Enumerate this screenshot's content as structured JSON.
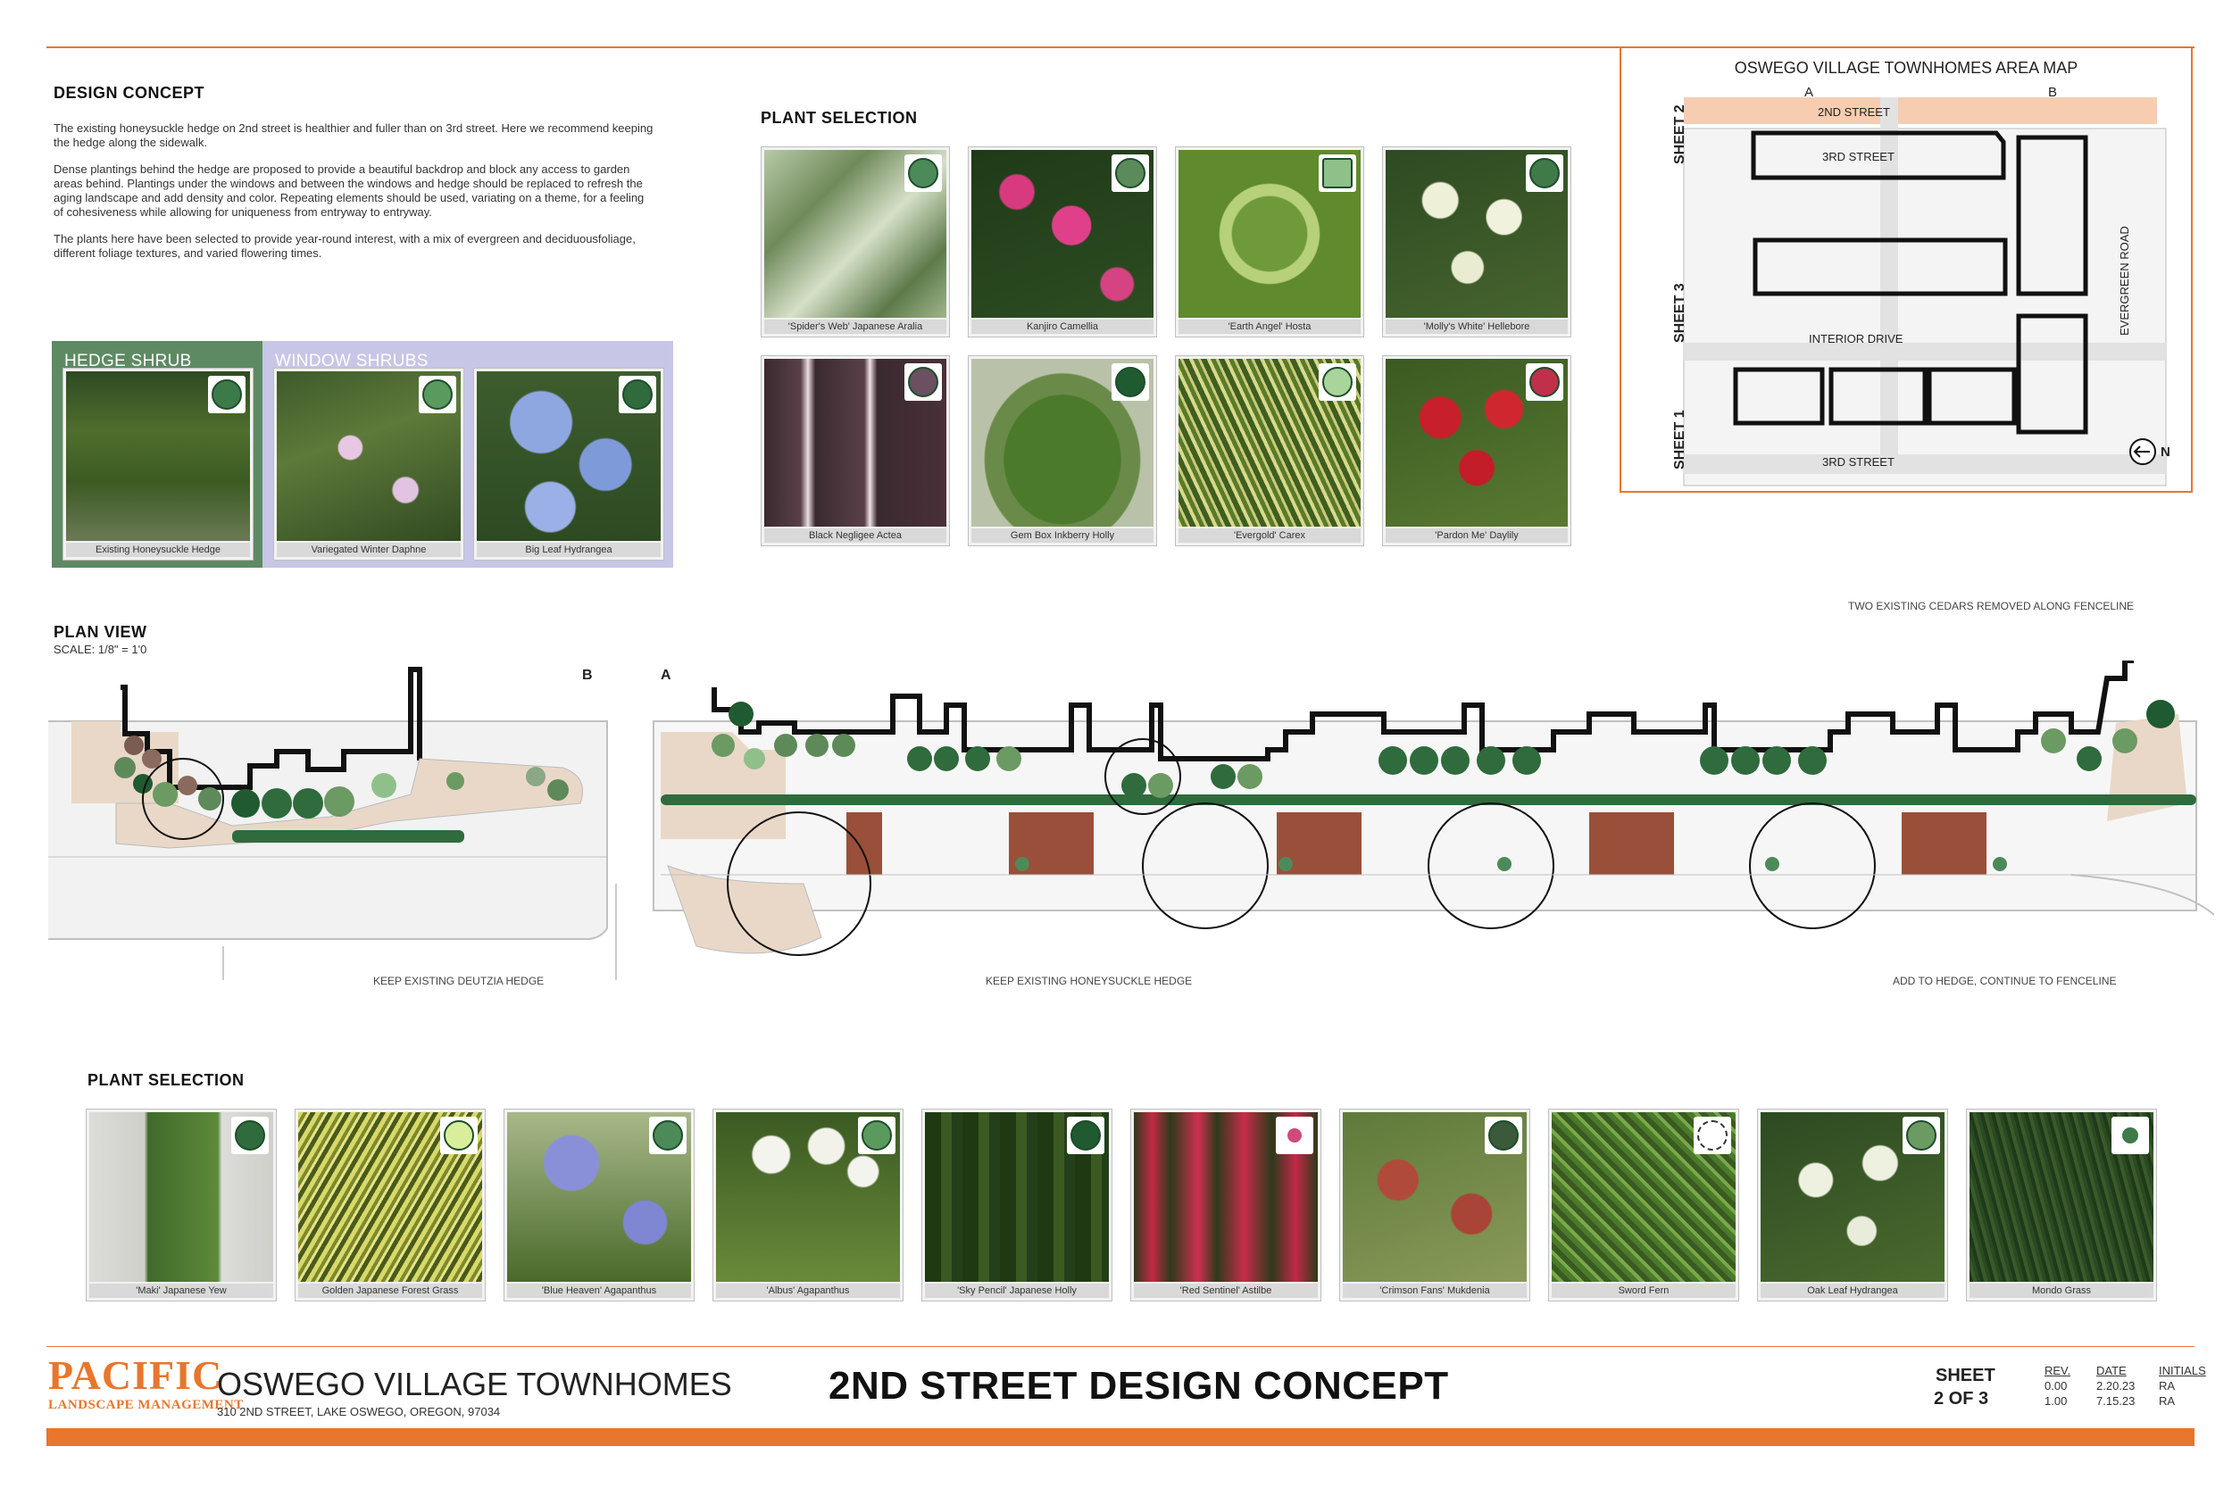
{
  "design_concept": {
    "heading": "DESIGN CONCEPT",
    "paragraphs": [
      "The existing honeysuckle hedge on 2nd street is healthier and fuller than on 3rd street. Here we recommend keeping the hedge along the sidewalk.",
      "Dense plantings behind the hedge are proposed to provide a beautiful backdrop and block any access to garden areas behind. Plantings under the windows and between the windows and hedge should be replaced to refresh the aging landscape and add density and color. Repeating elements should be used, variating on a theme, for a feeling of cohesiveness while allowing for uniqueness from entryway to entryway.",
      "The plants here have been selected to provide year-round interest, with a mix of evergreen and deciduousfoliage, different foliage textures, and varied flowering times."
    ]
  },
  "shrubs": {
    "hedge_title": "HEDGE SHRUB",
    "window_title": "WINDOW SHRUBS",
    "items": [
      {
        "caption": "Existing Honeysuckle Hedge"
      },
      {
        "caption": "Variegated Winter Daphne"
      },
      {
        "caption": "Big Leaf Hydrangea"
      }
    ]
  },
  "plant_selection_top": {
    "heading": "PLANT SELECTION",
    "items": [
      {
        "caption": "'Spider's Web' Japanese Aralia"
      },
      {
        "caption": "Kanjiro Camellia"
      },
      {
        "caption": "'Earth Angel' Hosta"
      },
      {
        "caption": "'Molly's White' Hellebore"
      },
      {
        "caption": "Black Negligee Actea"
      },
      {
        "caption": "Gem Box Inkberry Holly"
      },
      {
        "caption": "'Evergold' Carex"
      },
      {
        "caption": "'Pardon Me' Daylily"
      }
    ]
  },
  "area_map": {
    "title": "OSWEGO VILLAGE TOWNHOMES AREA MAP",
    "col_a": "A",
    "col_b": "B",
    "streets": {
      "second": "2ND STREET",
      "third_top": "3RD STREET",
      "interior": "INTERIOR DRIVE",
      "third_bottom": "3RD STREET",
      "evergreen": "EVERGREEN ROAD"
    },
    "sheets": {
      "s2": "SHEET 2",
      "s3": "SHEET 3",
      "s1": "SHEET 1"
    },
    "north": "N"
  },
  "plan_view": {
    "heading": "PLAN VIEW",
    "scale": "SCALE: 1/8\" = 1'0",
    "marker_b": "B",
    "marker_a": "A",
    "notes": {
      "cedars": "TWO EXISTING CEDARS REMOVED ALONG FENCELINE",
      "deutzia": "KEEP EXISTING DEUTZIA HEDGE",
      "honeysuckle": "KEEP EXISTING HONEYSUCKLE HEDGE",
      "add_hedge": "ADD TO HEDGE, CONTINUE TO FENCELINE"
    }
  },
  "plant_selection_bottom": {
    "heading": "PLANT SELECTION",
    "items": [
      {
        "caption": "'Maki' Japanese Yew"
      },
      {
        "caption": "Golden Japanese Forest Grass"
      },
      {
        "caption": "'Blue Heaven' Agapanthus"
      },
      {
        "caption": "'Albus' Agapanthus"
      },
      {
        "caption": "'Sky Pencil' Japanese Holly"
      },
      {
        "caption": "'Red Sentinel' Astilbe"
      },
      {
        "caption": "'Crimson Fans' Mukdenia"
      },
      {
        "caption": "Sword Fern"
      },
      {
        "caption": "Oak Leaf Hydrangea"
      },
      {
        "caption": "Mondo Grass"
      }
    ]
  },
  "title_block": {
    "logo_main": "PACIFIC",
    "logo_sub": "LANDSCAPE MANAGEMENT",
    "project": "OSWEGO VILLAGE TOWNHOMES",
    "address": "310 2ND STREET, LAKE OSWEGO, OREGON, 97034",
    "drawing_title": "2ND STREET DESIGN CONCEPT",
    "sheet_label": "SHEET",
    "sheet_num": "2 OF 3",
    "rev_headers": [
      "REV.",
      "DATE",
      "INITIALS"
    ],
    "revisions": [
      [
        "0.00",
        "2.20.23",
        "RA"
      ],
      [
        "1.00",
        "7.15.23",
        "RA"
      ]
    ]
  },
  "colors": {
    "accent_orange": "#e8762c",
    "hedge_green": "#5e8a63",
    "window_lilac": "#c7c6e6",
    "plan_paving": "#e9d8c8",
    "brick": "#9a4f3a",
    "map_highlight": "#f6cdb0"
  }
}
